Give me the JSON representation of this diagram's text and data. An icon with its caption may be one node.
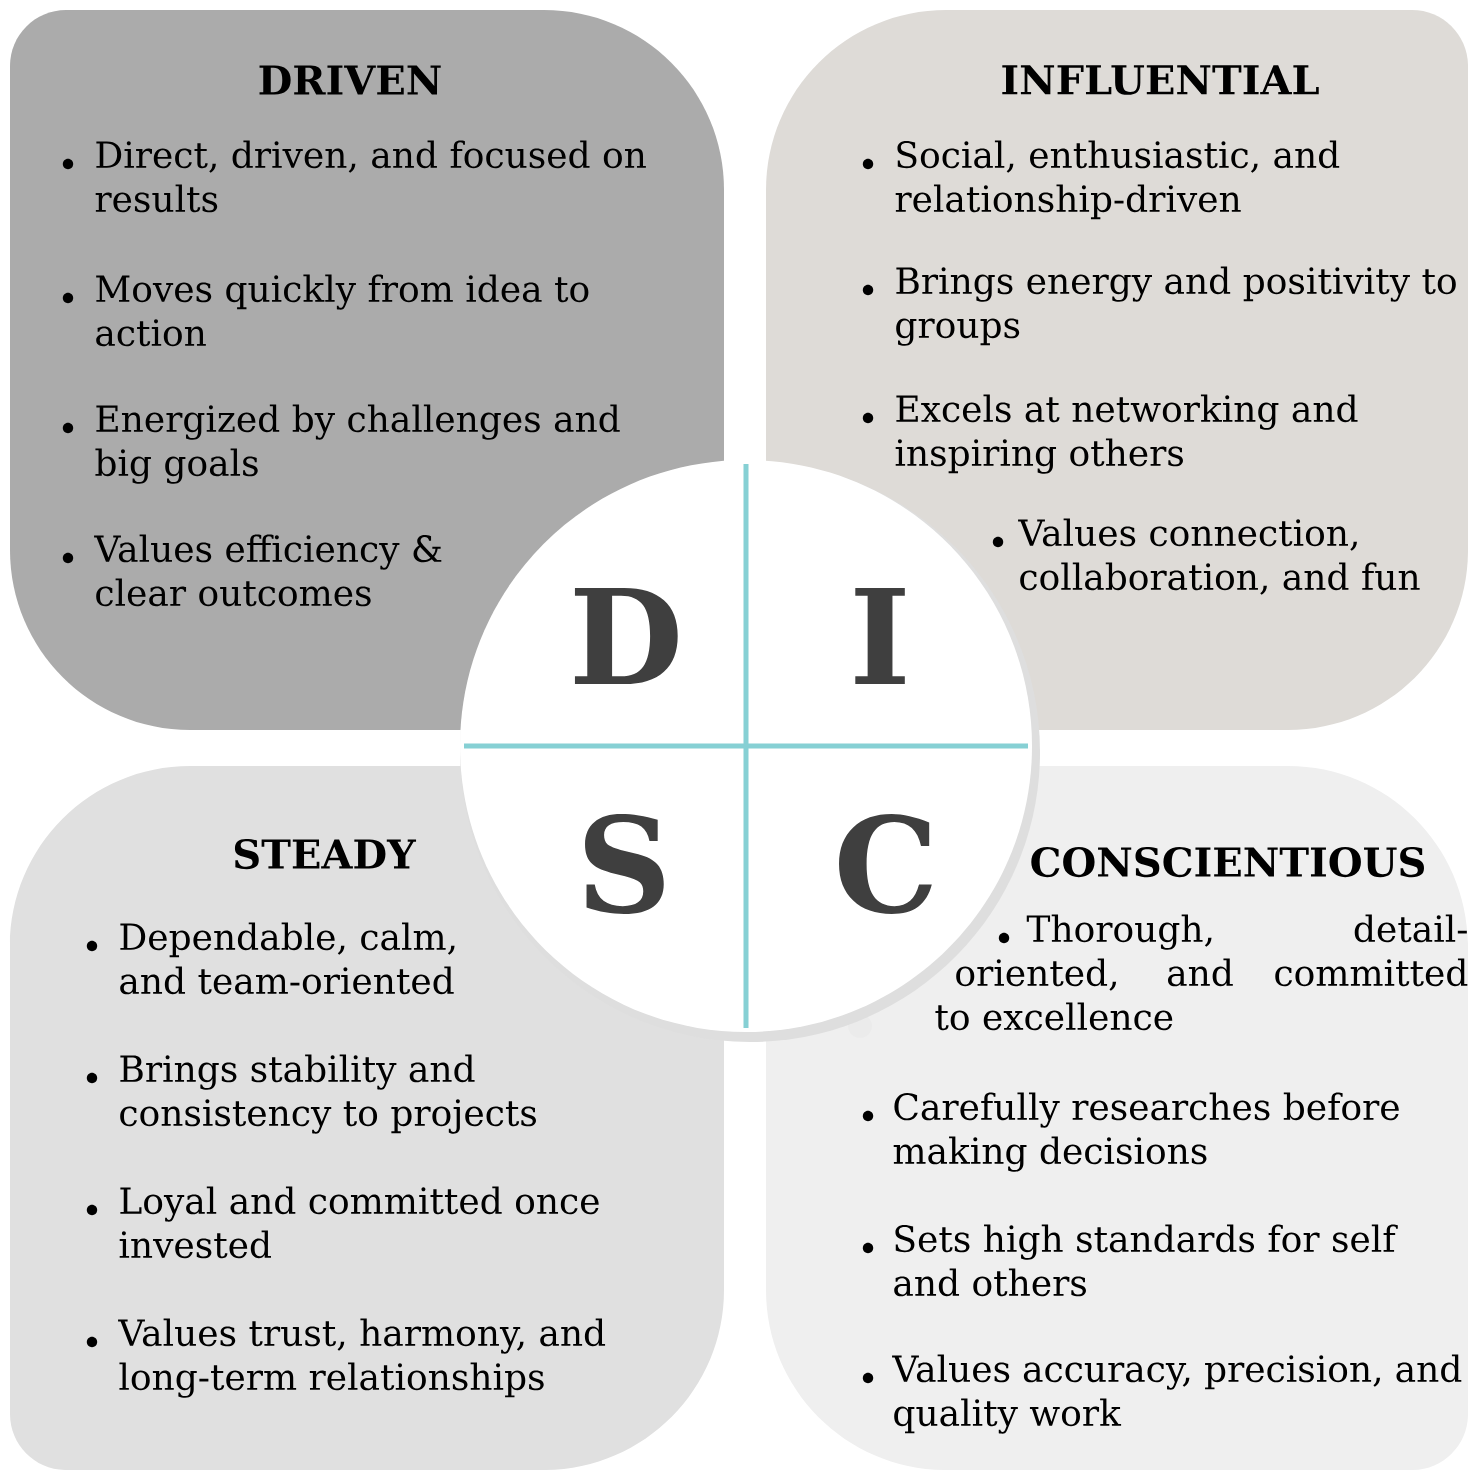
{
  "diagram": {
    "nodes": [
      {
        "text": [
          "DRIVEN",
          "Direct, driven, and focused on results",
          "Moves quickly from idea to action",
          "Energized by challenges and big goals",
          "Values efficiency & clear outcomes"
        ]
      },
      {
        "text": [
          "INFLUENTIAL",
          "Social, enthusiastic, and relationship-driven",
          "Brings energy and positivity to groups",
          "Excels at networking and inspiring others",
          "Values connection, collaboration, and fun"
        ]
      },
      {
        "text": [
          "STEADY",
          "Dependable, calm, and team-oriented",
          "Brings stability and consistency to projects",
          "Loyal and committed once invested",
          "Values trust, harmony, and long-term relationships"
        ]
      },
      {
        "text": [
          "CONSCIENTIOUS",
          "Thorough, detail-oriented, and committed to excellence",
          "Carefully researches before making decisions",
          "Sets high standards for self and others",
          "Values accuracy, precision, and quality work"
        ]
      },
      {
        "text": [
          "D",
          "I",
          "S",
          "C"
        ]
      }
    ]
  }
}
